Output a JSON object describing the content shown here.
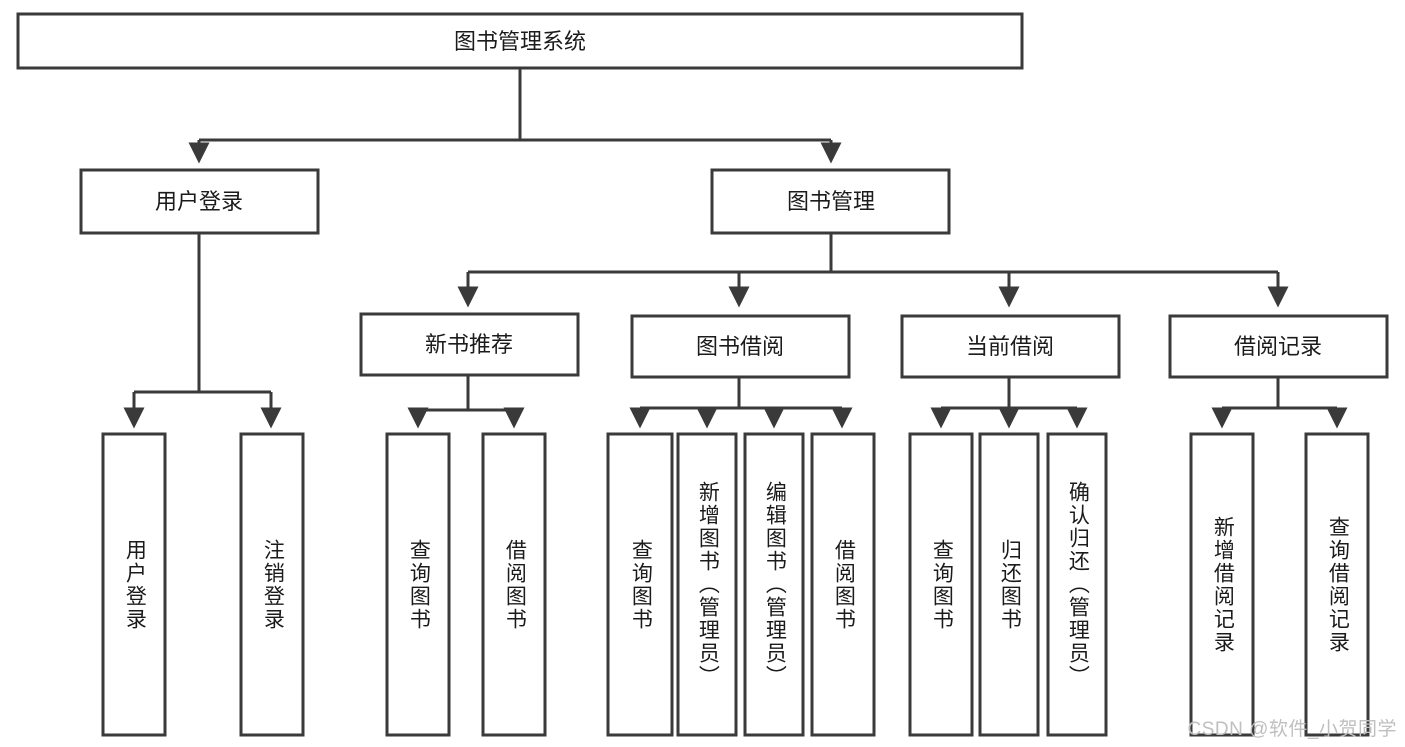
{
  "diagram": {
    "title": "图书管理系统",
    "type": "tree",
    "watermark": "CSDN @软件_小贺同学",
    "colors": {
      "box_stroke": "#3a3a3a",
      "box_fill": "#ffffff",
      "text": "#1b1b1b",
      "connector": "#3a3a3a",
      "background": "#ffffff",
      "watermark": "#bfbfbf"
    },
    "levels": {
      "root": {
        "label": "图书管理系统"
      },
      "level2": [
        {
          "label": "用户登录"
        },
        {
          "label": "图书管理"
        }
      ],
      "level3": [
        {
          "label": "新书推荐"
        },
        {
          "label": "图书借阅"
        },
        {
          "label": "当前借阅"
        },
        {
          "label": "借阅记录"
        }
      ],
      "leaves": [
        {
          "label": "用户登录",
          "parent": "用户登录"
        },
        {
          "label": "注销登录",
          "parent": "用户登录"
        },
        {
          "label": "查询图书",
          "parent": "新书推荐"
        },
        {
          "label": "借阅图书",
          "parent": "新书推荐"
        },
        {
          "label": "查询图书",
          "parent": "图书借阅"
        },
        {
          "label": "新增图书（管理员）",
          "parent": "图书借阅"
        },
        {
          "label": "编辑图书（管理员）",
          "parent": "图书借阅"
        },
        {
          "label": "借阅图书",
          "parent": "图书借阅"
        },
        {
          "label": "查询图书",
          "parent": "当前借阅"
        },
        {
          "label": "归还图书",
          "parent": "当前借阅"
        },
        {
          "label": "确认归还（管理员）",
          "parent": "当前借阅"
        },
        {
          "label": "新增借阅记录",
          "parent": "借阅记录"
        },
        {
          "label": "查询借阅记录",
          "parent": "借阅记录"
        }
      ]
    }
  }
}
